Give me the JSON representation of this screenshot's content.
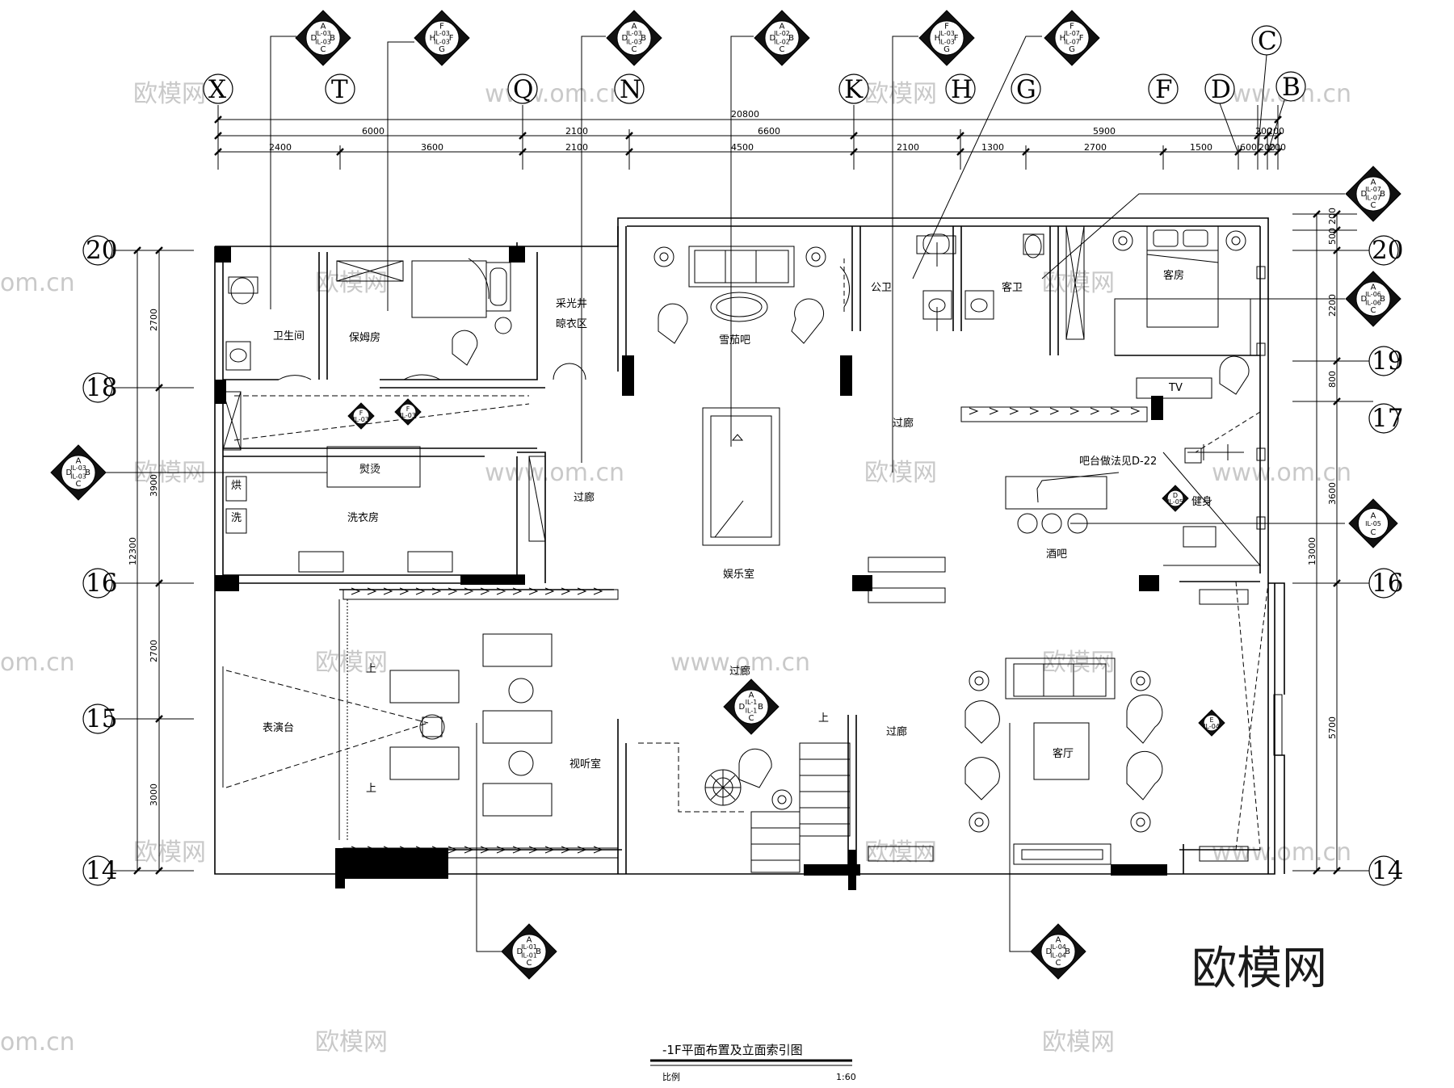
{
  "watermark": {
    "text": "欧模网",
    "site": "www.om.cn",
    "site_short": "om.cn",
    "brand": "欧模网"
  },
  "title": {
    "main": "-1F平面布置及立面索引图",
    "scale_label": "比例",
    "scale_value": "1:60"
  },
  "axes": {
    "columns": [
      "X",
      "T",
      "Q",
      "N",
      "K",
      "H",
      "G",
      "F",
      "D",
      "C",
      "B"
    ],
    "rows": [
      "20",
      "18",
      "16",
      "15",
      "14",
      "20",
      "19",
      "17",
      "16",
      "14"
    ]
  },
  "dimensions": {
    "overall_top": "20800",
    "top_row1": [
      "6000",
      "2100",
      "6600",
      "5900",
      "200",
      "200"
    ],
    "top_row2": [
      "2400",
      "3600",
      "2100",
      "4500",
      "2100",
      "1300",
      "2700",
      "1500",
      "600",
      "200",
      "200"
    ],
    "left_overall": "12300",
    "left": [
      "2700",
      "3900",
      "2700",
      "3000"
    ],
    "right_overall": "13000",
    "right": [
      "200",
      "500",
      "2200",
      "800",
      "3600",
      "5700"
    ]
  },
  "rooms": {
    "bathroom": "卫生间",
    "nanny": "保姆房",
    "light_well": "采光井",
    "drying": "晾衣区",
    "tea_bar": "雪茄吧",
    "public_wc": "公卫",
    "guest_bath": "客卫",
    "guest_room": "客房",
    "corridor": "过廊",
    "ironing": "熨烫",
    "laundry": "洗衣房",
    "dryer": "烘",
    "washer": "洗",
    "entertainment": "娱乐室",
    "wine_bar": "酒吧",
    "fitness": "健身",
    "bar_note": "吧台做法见D-22",
    "stage": "表演台",
    "av_room": "视听室",
    "living": "客厅",
    "up": "上",
    "tv": "TV"
  },
  "index_symbols": [
    {
      "id": "top-1",
      "lines": [
        "A",
        "D",
        "B",
        "C"
      ],
      "ref": "IL-03"
    },
    {
      "id": "top-2",
      "lines": [
        "F",
        "H",
        "F",
        "G"
      ],
      "ref": "IL-03"
    },
    {
      "id": "top-3",
      "lines": [
        "A",
        "D",
        "B",
        "C"
      ],
      "ref": "IL-03"
    },
    {
      "id": "top-4",
      "lines": [
        "A",
        "D",
        "B",
        "C"
      ],
      "ref": "IL-02"
    },
    {
      "id": "top-5",
      "lines": [
        "F",
        "H",
        "F",
        "G"
      ],
      "ref": "IL-03"
    },
    {
      "id": "top-6",
      "lines": [
        "F",
        "H",
        "F",
        "G"
      ],
      "ref": "IL-07"
    },
    {
      "id": "right-1",
      "lines": [
        "A",
        "D",
        "B",
        "C"
      ],
      "ref": "IL-07"
    },
    {
      "id": "right-2",
      "lines": [
        "A",
        "D",
        "B",
        "C"
      ],
      "ref": "IL-06"
    },
    {
      "id": "right-3",
      "lines": [
        "A",
        "C"
      ],
      "ref": "IL-05"
    },
    {
      "id": "left-1",
      "lines": [
        "A",
        "D",
        "B",
        "C"
      ],
      "ref": "IL-03"
    },
    {
      "id": "mid-1",
      "lines": [
        "A",
        "D",
        "B",
        "C"
      ],
      "ref": "IL-1"
    },
    {
      "id": "bottom-1",
      "lines": [
        "A",
        "D",
        "B",
        "C"
      ],
      "ref": "IL-01"
    },
    {
      "id": "bottom-2",
      "lines": [
        "A",
        "D",
        "B",
        "C"
      ],
      "ref": "IL-04"
    },
    {
      "id": "small-f1",
      "lines": [
        "F"
      ],
      "ref": "IL-03"
    },
    {
      "id": "small-f2",
      "lines": [
        "F"
      ],
      "ref": "IL-03"
    },
    {
      "id": "small-d",
      "lines": [
        "D"
      ],
      "ref": "IL-05"
    },
    {
      "id": "small-e",
      "lines": [
        "E"
      ],
      "ref": "IL-04"
    }
  ]
}
